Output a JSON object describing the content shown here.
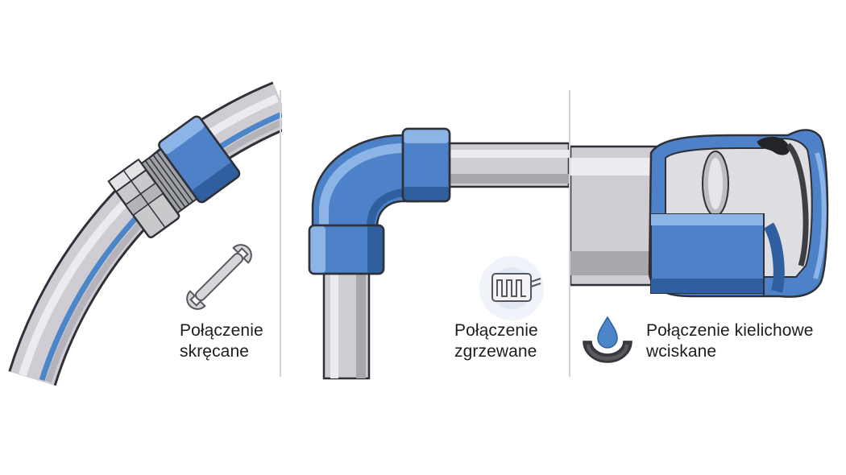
{
  "colors": {
    "pipe_fill": "#cfcdd3",
    "pipe_shade": "#a9a7ae",
    "pipe_highlight": "#ecebef",
    "outline": "#2f3138",
    "fitting_blue": "#4d82c9",
    "fitting_blue_dark": "#2f5f9f",
    "fitting_blue_light": "#8db4e6",
    "stripe_blue": "#4a86c8",
    "metal": "#c9c9cc",
    "divider": "#d3d3d3",
    "text": "#1d1d1f"
  },
  "panels": [
    {
      "id": "threaded",
      "icon": "wrench-icon",
      "caption_lines": [
        "Połączenie",
        "skręcane"
      ]
    },
    {
      "id": "welded",
      "icon": "heating-coil-icon",
      "caption_lines": [
        "Połączenie",
        "zgrzewane"
      ]
    },
    {
      "id": "socket",
      "icon": "water-drop-seal-icon",
      "caption_lines": [
        "Połączenie kielichowe",
        "wciskane"
      ]
    }
  ]
}
